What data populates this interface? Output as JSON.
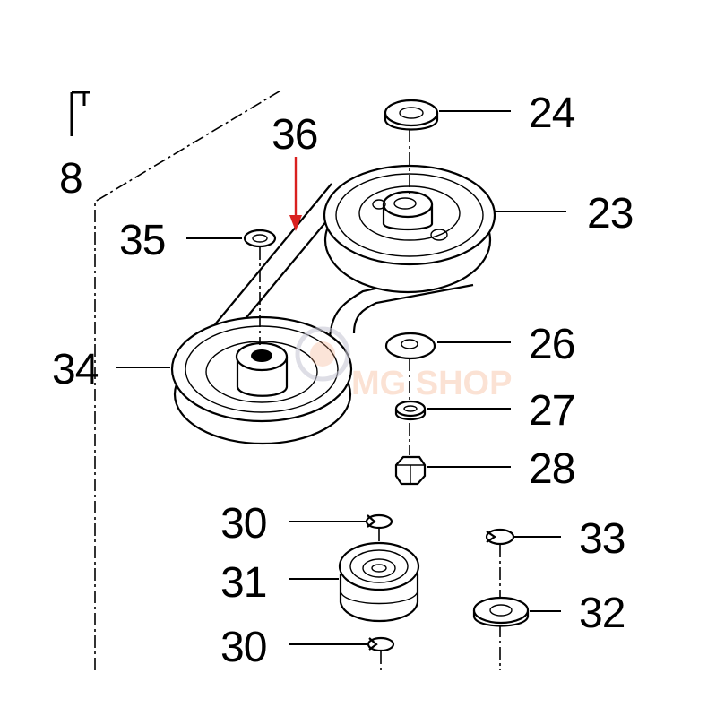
{
  "diagram": {
    "section_mark": "8",
    "callouts": {
      "p23": "23",
      "p24": "24",
      "p26": "26",
      "p27": "27",
      "p28": "28",
      "p30a": "30",
      "p30b": "30",
      "p31": "31",
      "p32": "32",
      "p33": "33",
      "p34": "34",
      "p35": "35",
      "p36": "36"
    },
    "watermark": "MG SHOP",
    "colors": {
      "line": "#000000",
      "arrow": "#d9201f",
      "watermark": "#f3a77f"
    }
  }
}
